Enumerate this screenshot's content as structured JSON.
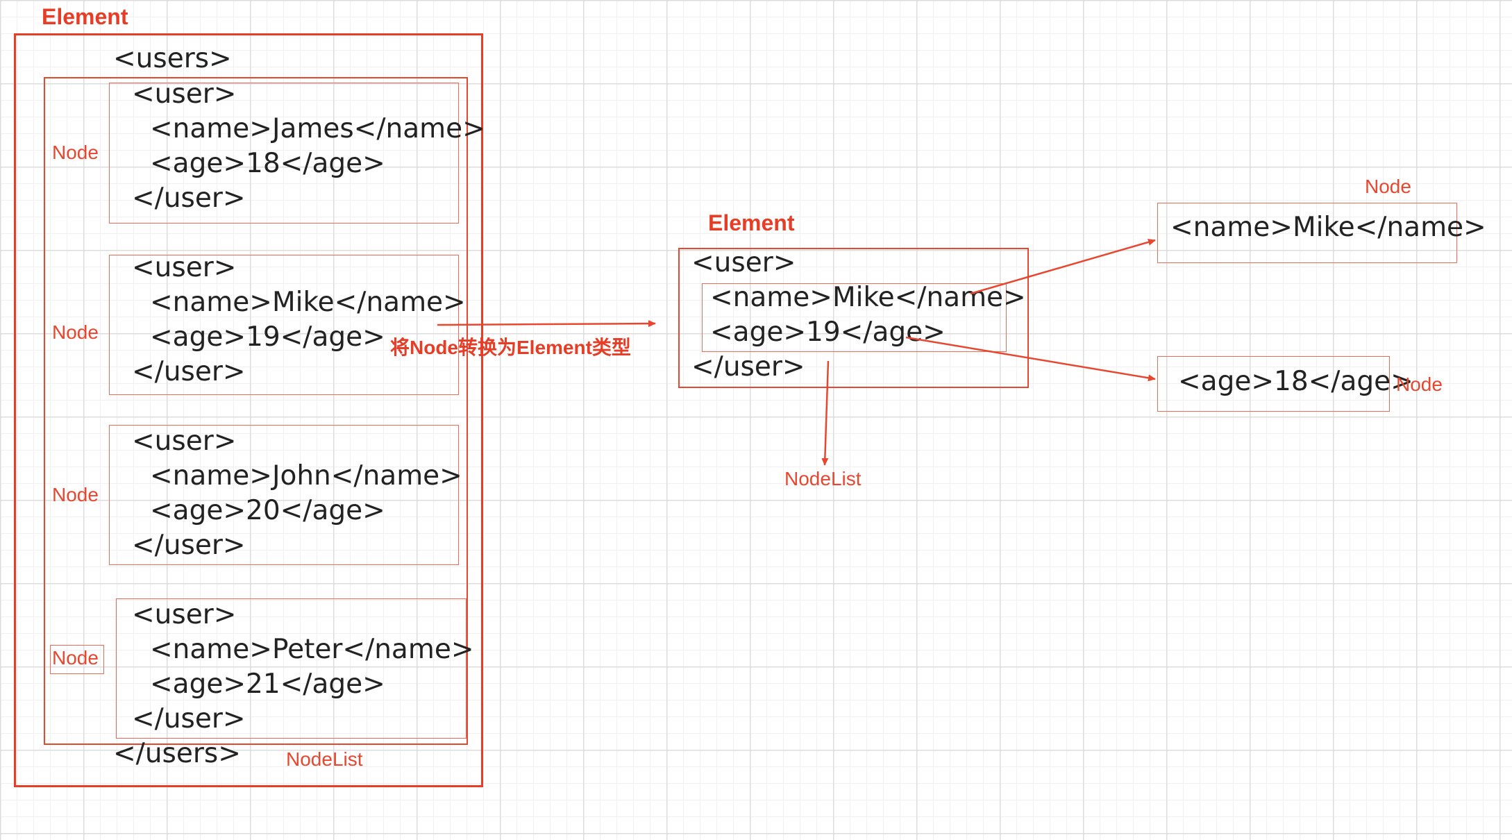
{
  "left": {
    "element_label": "Element",
    "nodelist_label": "NodeList",
    "open_tag": "<users>",
    "close_tag": "</users>",
    "users": [
      {
        "node_label": "Node",
        "open": "<user>",
        "name": "<name>James</name>",
        "age": "<age>18</age>",
        "close": "</user>"
      },
      {
        "node_label": "Node",
        "open": "<user>",
        "name": "<name>Mike</name>",
        "age": "<age>19</age>",
        "close": "</user>"
      },
      {
        "node_label": "Node",
        "open": "<user>",
        "name": "<name>John</name>",
        "age": "<age>20</age>",
        "close": "</user>"
      },
      {
        "node_label": "Node",
        "open": "<user>",
        "name": "<name>Peter</name>",
        "age": "<age>21</age>",
        "close": "</user>"
      }
    ]
  },
  "conversion_caption": "将Node转换为Element类型",
  "middle": {
    "element_label": "Element",
    "open": "<user>",
    "name": "<name>Mike</name>",
    "age": "<age>19</age>",
    "close": "</user>",
    "nodelist_label": "NodeList"
  },
  "right": {
    "name_node_label": "Node",
    "name_node": "<name>Mike</name>",
    "age_node_label": "Node",
    "age_node": "<age>18</age>"
  },
  "colors": {
    "accent": "#e8472f",
    "grid": "#dcdcdc",
    "text": "#222222"
  }
}
